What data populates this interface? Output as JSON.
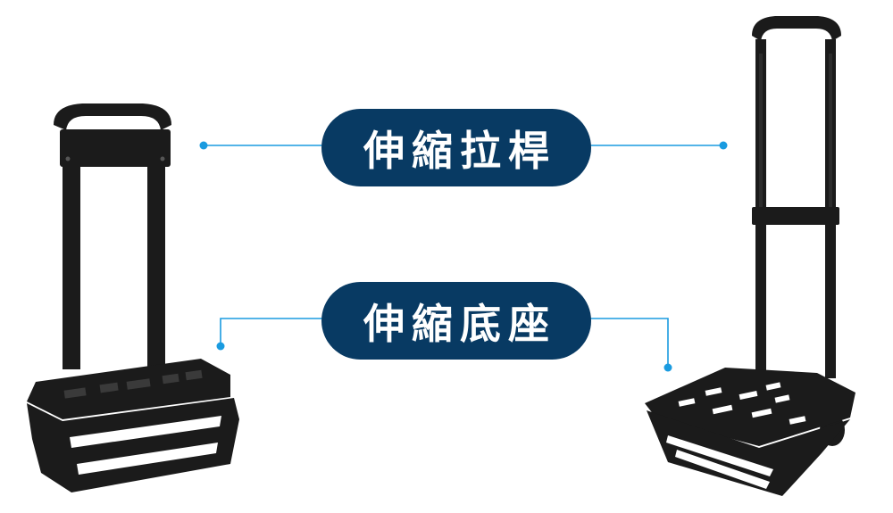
{
  "labels": {
    "handle": "伸縮拉桿",
    "base": "伸縮底座"
  },
  "colors": {
    "pill_background": "#083a63",
    "pill_text": "#ffffff",
    "connector_line": "#1a9be0",
    "product": "#1b1b1b"
  },
  "icons": {
    "left_product": "folding-hand-truck-compact",
    "right_product": "folding-hand-truck-extended"
  }
}
